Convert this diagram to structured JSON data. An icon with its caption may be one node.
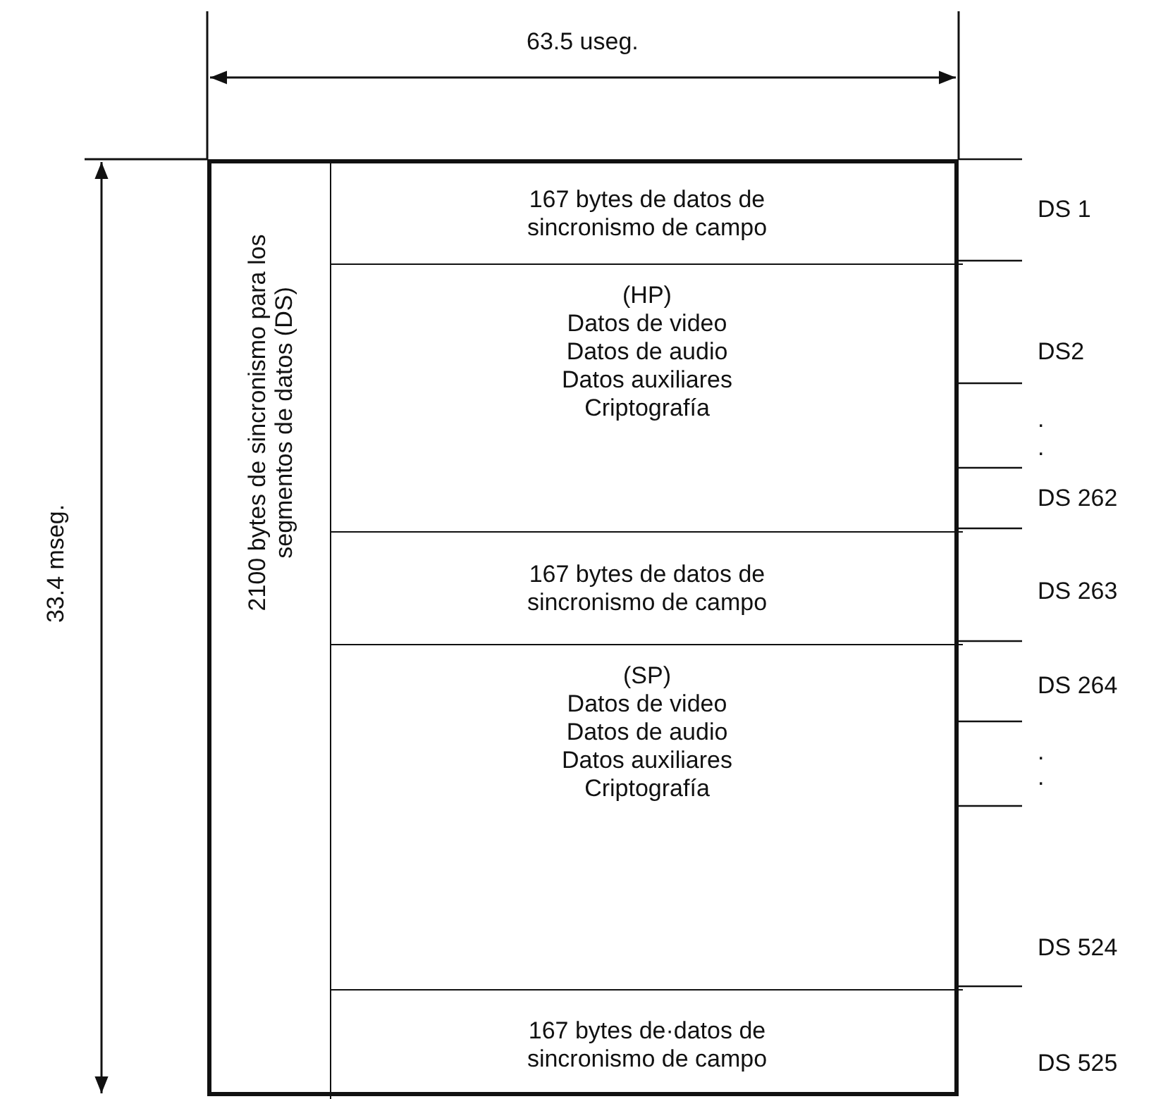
{
  "diagram": {
    "nodes": [
      {
        "text": [],
        "shape": "box"
      },
      {
        "text": [
          "2100 bytes de sincronismo para los segmentos de datos (DS)"
        ],
        "in": 0
      },
      {
        "text": [
          "167 bytes de datos de sincronismo de campo"
        ],
        "in": 0
      },
      {
        "text": [
          "(HP)",
          "Datos de video",
          "Datos de audio",
          "Datos auxiliares",
          "Criptografía"
        ],
        "in": 0
      },
      {
        "text": [
          "167 bytes de datos de sincronismo de campo"
        ],
        "in": 0
      },
      {
        "text": [
          "(SP)",
          "Datos de video",
          "Datos de audio",
          "Datos auxiliares",
          "Criptografía"
        ],
        "in": 0
      },
      {
        "text": [
          "167 bytes de·datos de sincronismo de campo"
        ],
        "in": 0
      }
    ],
    "edges": [],
    "labels": [
      "63.5 useg.",
      "33.4 mseg.",
      "DS 1",
      "DS2",
      ".",
      ".",
      "DS 262",
      "DS 263",
      "DS 264",
      ".",
      ".",
      "DS 524",
      "DS 525"
    ]
  }
}
